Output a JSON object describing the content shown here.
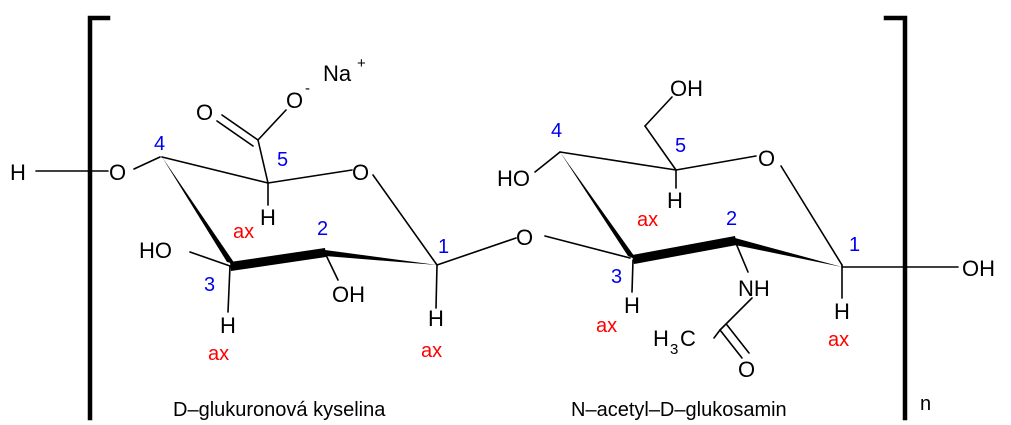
{
  "atoms": {
    "h_left": "H",
    "o_link_left": "O",
    "o_ring_left": "O",
    "o_carbonyl": "O",
    "o_anion": "O",
    "charge_minus": "-",
    "na": "Na",
    "charge_plus": "+",
    "h5_left": "H",
    "ho3": "HO",
    "h3": "H",
    "oh2": "OH",
    "h1_left": "H",
    "o_glycosidic": "O",
    "oh6": "OH",
    "ho4": "HO",
    "o_ring_right": "O",
    "h5_right": "H",
    "h3_right": "H",
    "nh": "NH",
    "h3c_h": "H",
    "h3c_sub": "3",
    "h3c_c": "C",
    "o_amide": "O",
    "h1_right": "H",
    "oh_terminal": "OH"
  },
  "ring_numbers": {
    "l4": "4",
    "l5": "5",
    "l2": "2",
    "l3": "3",
    "l1": "1",
    "r4": "4",
    "r5": "5",
    "r2": "2",
    "r3": "3",
    "r1": "1"
  },
  "axial_labels": {
    "l_h5": "ax",
    "l_h3": "ax",
    "l_h1": "ax",
    "r_h4": "ax",
    "r_h3": "ax",
    "r_h1": "ax"
  },
  "captions": {
    "left": "D–glukuronová kyselina",
    "right": "N–acetyl–D–glukosamin",
    "repeat": "n"
  },
  "colors": {
    "atom": "#000000",
    "ring_number": "#0000ee",
    "axial": "#ff0000"
  }
}
